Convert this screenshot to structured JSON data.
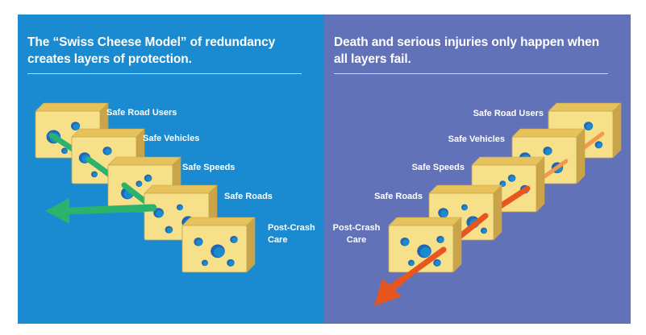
{
  "colors": {
    "left_bg": "#1a8bd0",
    "right_bg": "#6272b9",
    "cheese_face": "#f6e08a",
    "cheese_side": "#e6c25c",
    "cheese_edge": "#c9a448",
    "hole": "#2166b0",
    "hole_inner": "#1a8bd0",
    "safe_arrow": "#2bb36b",
    "crash_arrow": "#e8561f",
    "crash_arrow_light": "#f29a4a"
  },
  "left_panel": {
    "title": "The “Swiss Cheese Model” of redundancy creates layers of protection.",
    "layers": [
      "Safe Road Users",
      "Safe Vehicles",
      "Safe Speeds",
      "Safe Roads",
      "Post-Crash Care"
    ],
    "arrow_icon": "green-arrow-left-icon"
  },
  "right_panel": {
    "title": "Death and serious injuries only happen when all layers fail.",
    "layers": [
      "Safe Road Users",
      "Safe Vehicles",
      "Safe Speeds",
      "Safe Roads",
      "Post-Crash Care"
    ],
    "arrow_icon": "orange-arrow-through-icon"
  }
}
